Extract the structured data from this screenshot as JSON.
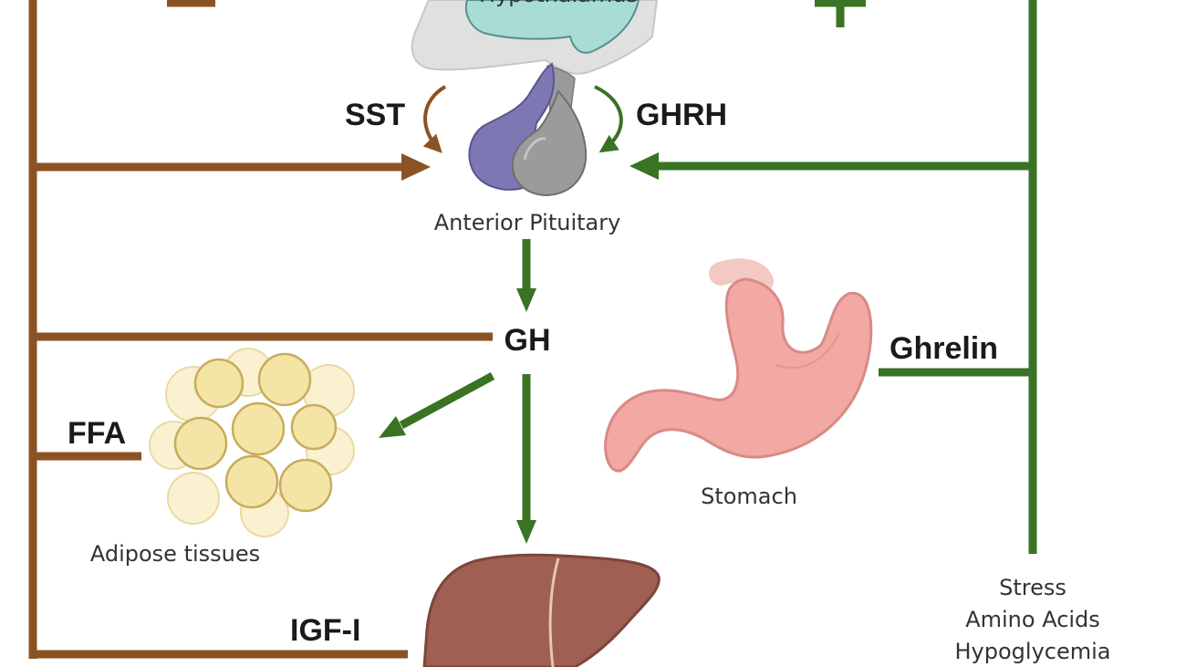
{
  "labels": {
    "hypothalamus": "Hypothalamus",
    "sst": "SST",
    "ghrh": "GHRH",
    "anterior_pituitary": "Anterior Pituitary",
    "gh": "GH",
    "ghrelin": "Ghrelin",
    "ffa": "FFA",
    "adipose": "Adipose tissues",
    "stomach": "Stomach",
    "igf": "IGF-I",
    "stress": "Stress",
    "amino_acids": "Amino Acids",
    "hypoglycemia": "Hypoglycemia"
  },
  "colors": {
    "inhibitory": "#8b5224",
    "stimulatory": "#3a7323",
    "text": "#1a1a1a"
  },
  "icons": {
    "hypothalamus": "hypothalamus-icon",
    "pituitary": "pituitary-icon",
    "adipose": "adipose-cells-icon",
    "stomach": "stomach-icon",
    "liver": "liver-icon"
  }
}
